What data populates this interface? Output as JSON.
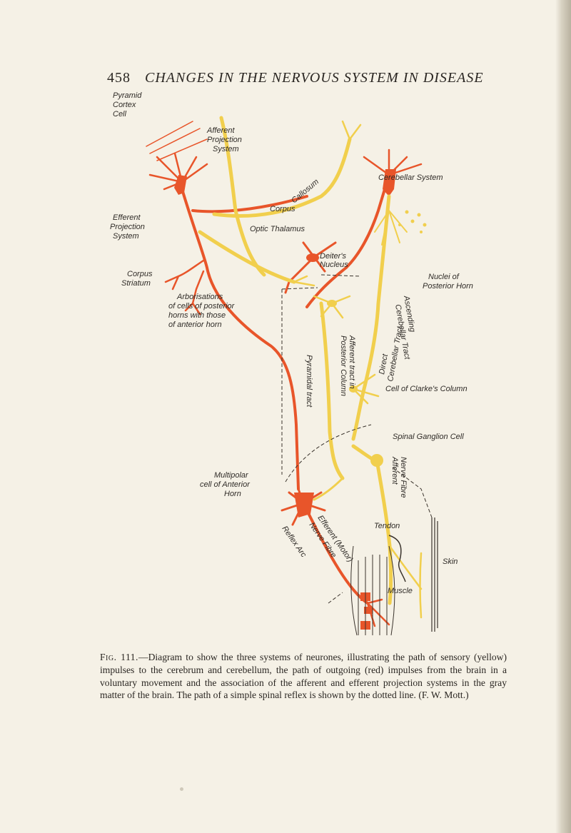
{
  "running_head": {
    "page_number": "458",
    "title": "CHANGES IN THE NERVOUS SYSTEM IN DISEASE"
  },
  "figure": {
    "labels": {
      "pyramid_cortex_cell_1": "Pyramid",
      "pyramid_cortex_cell_2": "Cortex",
      "pyramid_cortex_cell_3": "Cell",
      "afferent_projection_1": "Afferent",
      "afferent_projection_2": "Projection",
      "afferent_projection_3": "System",
      "cerebellar_system": "Cerebellar System",
      "corpus_callosum_1": "Corpus",
      "corpus_callosum_2": "Callosum",
      "efferent_projection_1": "Efferent",
      "efferent_projection_2": "Projection",
      "efferent_projection_3": "System",
      "optic_thalamus": "Optic Thalamus",
      "deiters_nucleus_1": "Deiter's",
      "deiters_nucleus_2": "Nucleus",
      "corpus_striatum_1": "Corpus",
      "corpus_striatum_2": "Striatum",
      "nuclei_posterior_horn_1": "Nuclei of",
      "nuclei_posterior_horn_2": "Posterior Horn",
      "arborisations_1": "Arborisations",
      "arborisations_2": "of cells of posterior",
      "arborisations_3": "horns with those",
      "arborisations_4": "of anterior horn",
      "ascending_cerebellar_1": "Ascending",
      "ascending_cerebellar_2": "Cerebellar Tract",
      "direct_cerebellar_1": "Direct",
      "direct_cerebellar_2": "Cerebellar Tract",
      "pyramidal_tract": "Pyramidal tract",
      "afferent_tract_1": "Afferent tract in",
      "afferent_tract_2": "Posterior Column",
      "clarkes_column": "Cell of Clarke's Column",
      "spinal_ganglion": "Spinal Ganglion Cell",
      "afferent_nerve_fibre_1": "Afferent",
      "afferent_nerve_fibre_2": "Nerve Fibre",
      "multipolar_1": "Multipolar",
      "multipolar_2": "cell of Anterior",
      "multipolar_3": "Horn",
      "efferent_motor_fibre_1": "Efferent (Motor)",
      "efferent_motor_fibre_2": "Nerve Fibre",
      "reflex_arc": "Reflex Arc",
      "tendon": "Tendon",
      "skin": "Skin",
      "muscle": "Muscle"
    },
    "colors": {
      "efferent_red": "#e8552a",
      "afferent_yellow": "#f1cf4d",
      "line_ink": "#3a332c"
    }
  },
  "caption": {
    "figure_number": "Fig. 111.",
    "text": "—Diagram to show the three systems of neurones, illustrating the path of sensory (yellow) impulses to the cerebrum and cerebellum, the path of outgoing (red) impulses from the brain in a voluntary movement and the association of the afferent and efferent projection systems in the gray matter of the brain. The path of a simple spinal reflex is shown by the dotted line. (F. W. Mott.)"
  }
}
